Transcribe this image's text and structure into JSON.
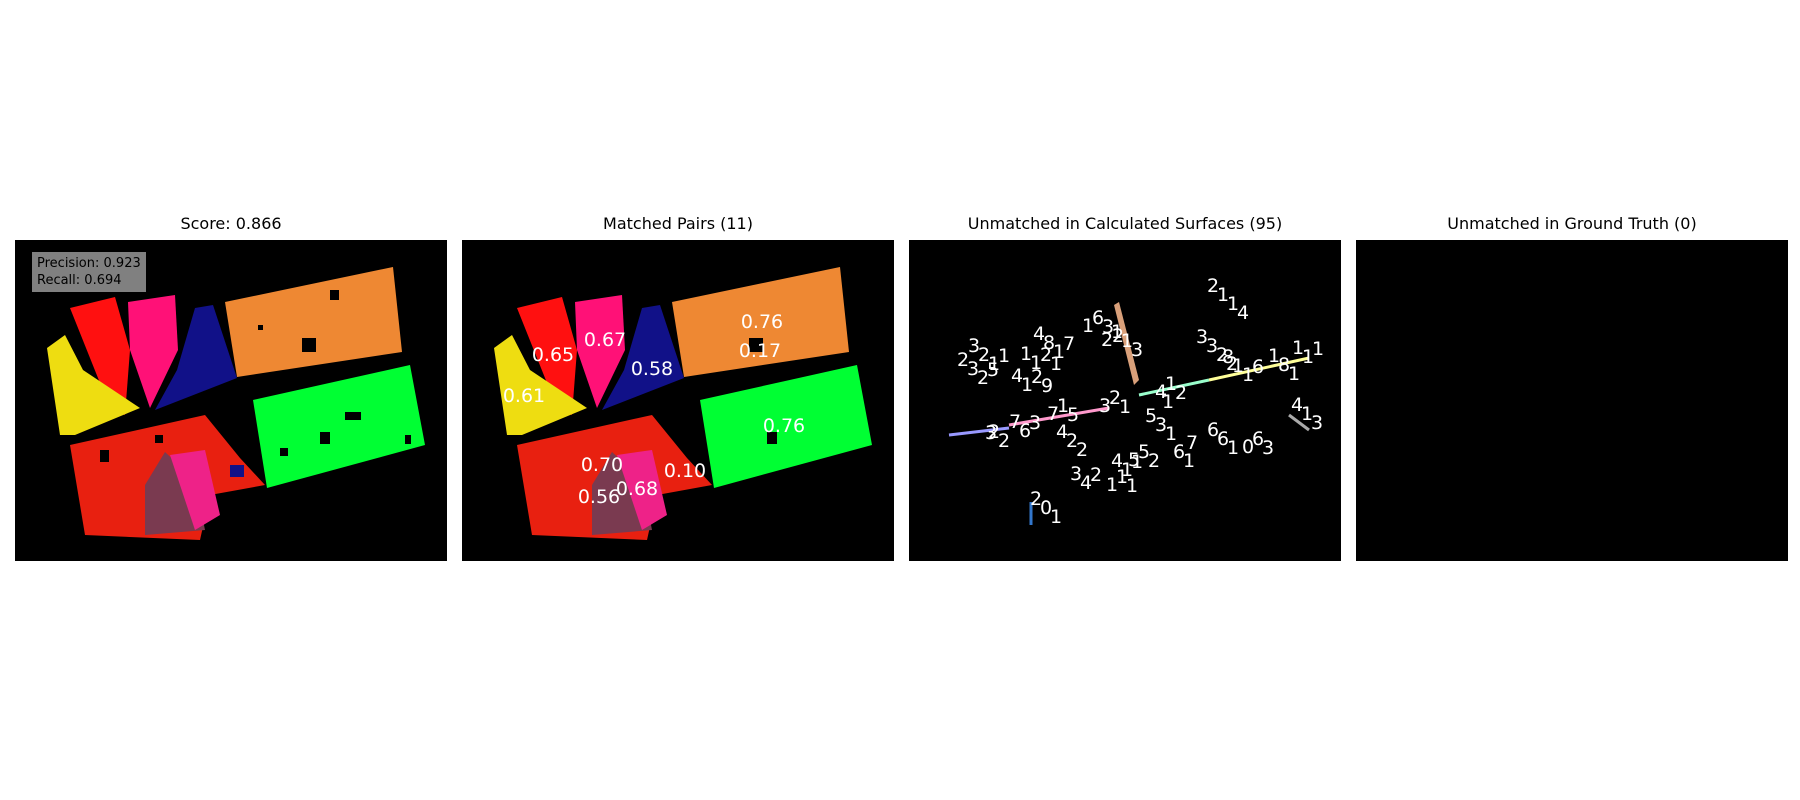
{
  "panels": {
    "p1": {
      "title": "Score: 0.866",
      "precision": "Precision: 0.923",
      "recall": "Recall: 0.694"
    },
    "p2": {
      "title": "Matched Pairs (11)"
    },
    "p3": {
      "title": "Unmatched in Calculated Surfaces (95)"
    },
    "p4": {
      "title": "Unmatched in Ground Truth (0)"
    }
  },
  "matched_labels": [
    "0.76",
    "0.17",
    "0.67",
    "0.65",
    "0.58",
    "0.61",
    "0.76",
    "0.70",
    "0.10",
    "0.56",
    "0.68"
  ],
  "unmatched_labels": [
    "2",
    "3",
    "2",
    "4",
    "1",
    "4",
    "1",
    "2",
    "4",
    "3",
    "8",
    "1",
    "1",
    "2",
    "7",
    "7",
    "3",
    "5",
    "7",
    "6",
    "4",
    "3",
    "4",
    "5",
    "1",
    "0",
    "4",
    "2",
    "1",
    "2",
    "3",
    "8",
    "1",
    "1",
    "6",
    "1",
    "1",
    "3",
    "1",
    "8",
    "1",
    "2",
    "6",
    "1",
    "2",
    "3",
    "6",
    "6",
    "2",
    "4",
    "1",
    "5",
    "1",
    "6",
    "1",
    "0",
    "1",
    "1",
    "2",
    "1",
    "2",
    "2",
    "3",
    "1",
    "2",
    "2",
    "1",
    "1",
    "1",
    "3",
    "3",
    "5",
    "1",
    "1",
    "1",
    "1",
    "2",
    "2",
    "1",
    "2",
    "1",
    "3",
    "3",
    "1",
    "4",
    "1",
    "5",
    "7",
    "1",
    "9",
    "2",
    "3",
    "1",
    "2",
    "6"
  ],
  "colors": {
    "orange": "#EE8833",
    "green": "#00FF33",
    "red": "#E82010",
    "brightred": "#FF1010",
    "pink": "#FF1177",
    "navy": "#111188",
    "yellow": "#EEDD11",
    "mauve": "#7A3A50",
    "magenta": "#EE2288",
    "tan": "#D9A07A"
  }
}
